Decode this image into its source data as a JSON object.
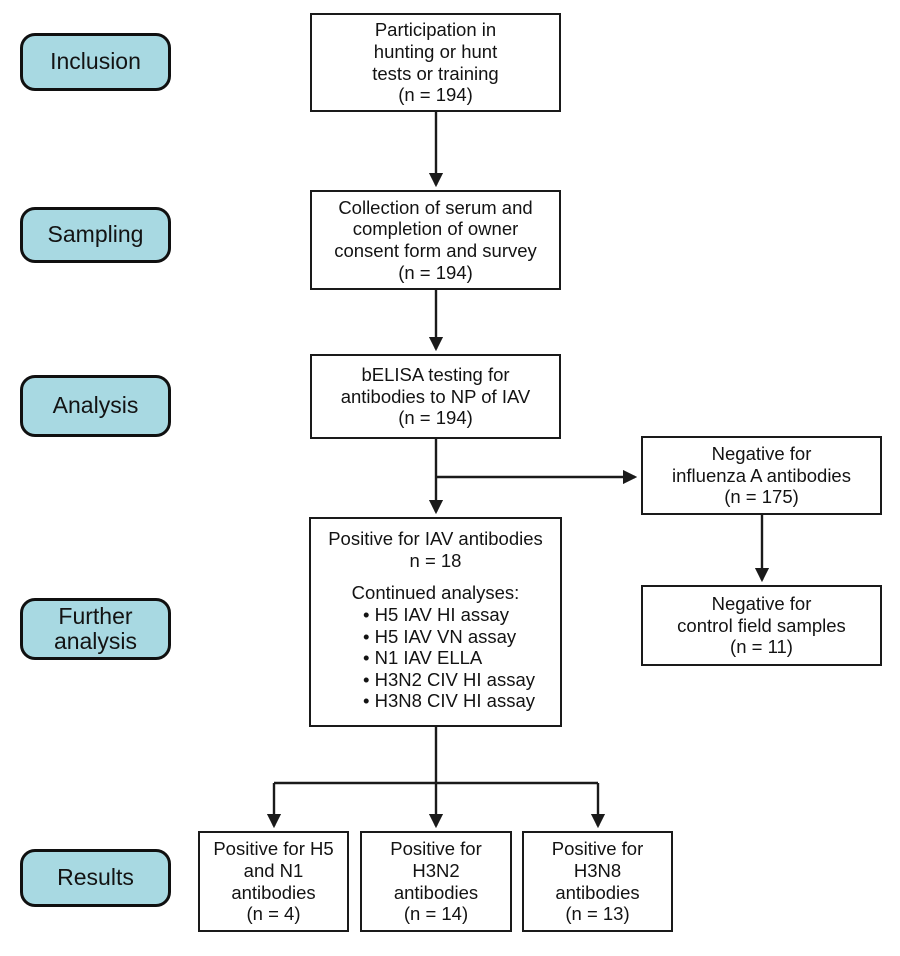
{
  "palette": {
    "background": "#ffffff",
    "stage_fill": "#a8d9e2",
    "stage_border": "#101010",
    "box_border": "#1a1a1a",
    "arrow_color": "#1a1a1a",
    "text_color": "#131313"
  },
  "stages": [
    {
      "id": "inclusion",
      "label": "Inclusion"
    },
    {
      "id": "sampling",
      "label": "Sampling"
    },
    {
      "id": "analysis",
      "label": "Analysis"
    },
    {
      "id": "further_analysis",
      "label": "Further analysis"
    },
    {
      "id": "results",
      "label": "Results"
    }
  ],
  "flow": {
    "participation": {
      "lines": [
        "Participation in",
        "hunting or hunt",
        "tests or training",
        "(n = 194)"
      ]
    },
    "collection": {
      "lines": [
        "Collection of serum and",
        "completion of owner",
        "consent form and survey",
        "(n = 194)"
      ]
    },
    "belisa": {
      "lines": [
        "bELISA testing for",
        "antibodies to NP of IAV",
        "(n = 194)"
      ]
    },
    "negative_influenza": {
      "lines": [
        "Negative for",
        "influenza A antibodies",
        "(n = 175)"
      ]
    },
    "negative_control": {
      "lines": [
        "Negative for",
        "control field samples",
        "(n = 11)"
      ]
    },
    "positive_iav": {
      "heading": [
        "Positive for IAV antibodies",
        "n = 18"
      ],
      "subheading": "Continued analyses:",
      "bullets": [
        "• H5 IAV HI assay",
        "• H5 IAV VN assay",
        "• N1 IAV ELLA",
        "• H3N2 CIV HI assay",
        "• H3N8 CIV HI assay"
      ]
    },
    "positive_h5_n1": {
      "lines": [
        "Positive for H5",
        "and N1",
        "antibodies",
        "(n = 4)"
      ]
    },
    "positive_h3n2": {
      "lines": [
        "Positive for",
        "H3N2",
        "antibodies",
        "(n = 14)"
      ]
    },
    "positive_h3n8": {
      "lines": [
        "Positive for",
        "H3N8",
        "antibodies",
        "(n = 13)"
      ]
    }
  }
}
